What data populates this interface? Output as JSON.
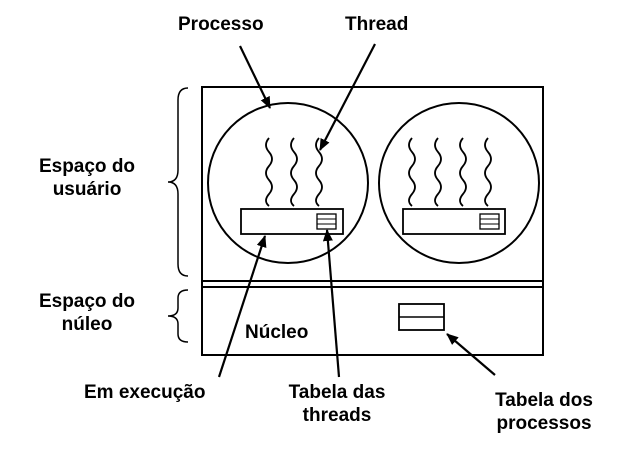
{
  "labels": {
    "process": "Processo",
    "thread": "Thread",
    "user_space_line1": "Espaço do",
    "user_space_line2": "usuário",
    "kernel_space_line1": "Espaço do",
    "kernel_space_line2": "núleo",
    "kernel": "Núcleo",
    "running": "Em execução",
    "thread_table_line1": "Tabela das",
    "thread_table_line2": "threads",
    "process_table_line1": "Tabela dos",
    "process_table_line2": "processos"
  },
  "colors": {
    "stroke": "#000000",
    "background": "#ffffff"
  }
}
